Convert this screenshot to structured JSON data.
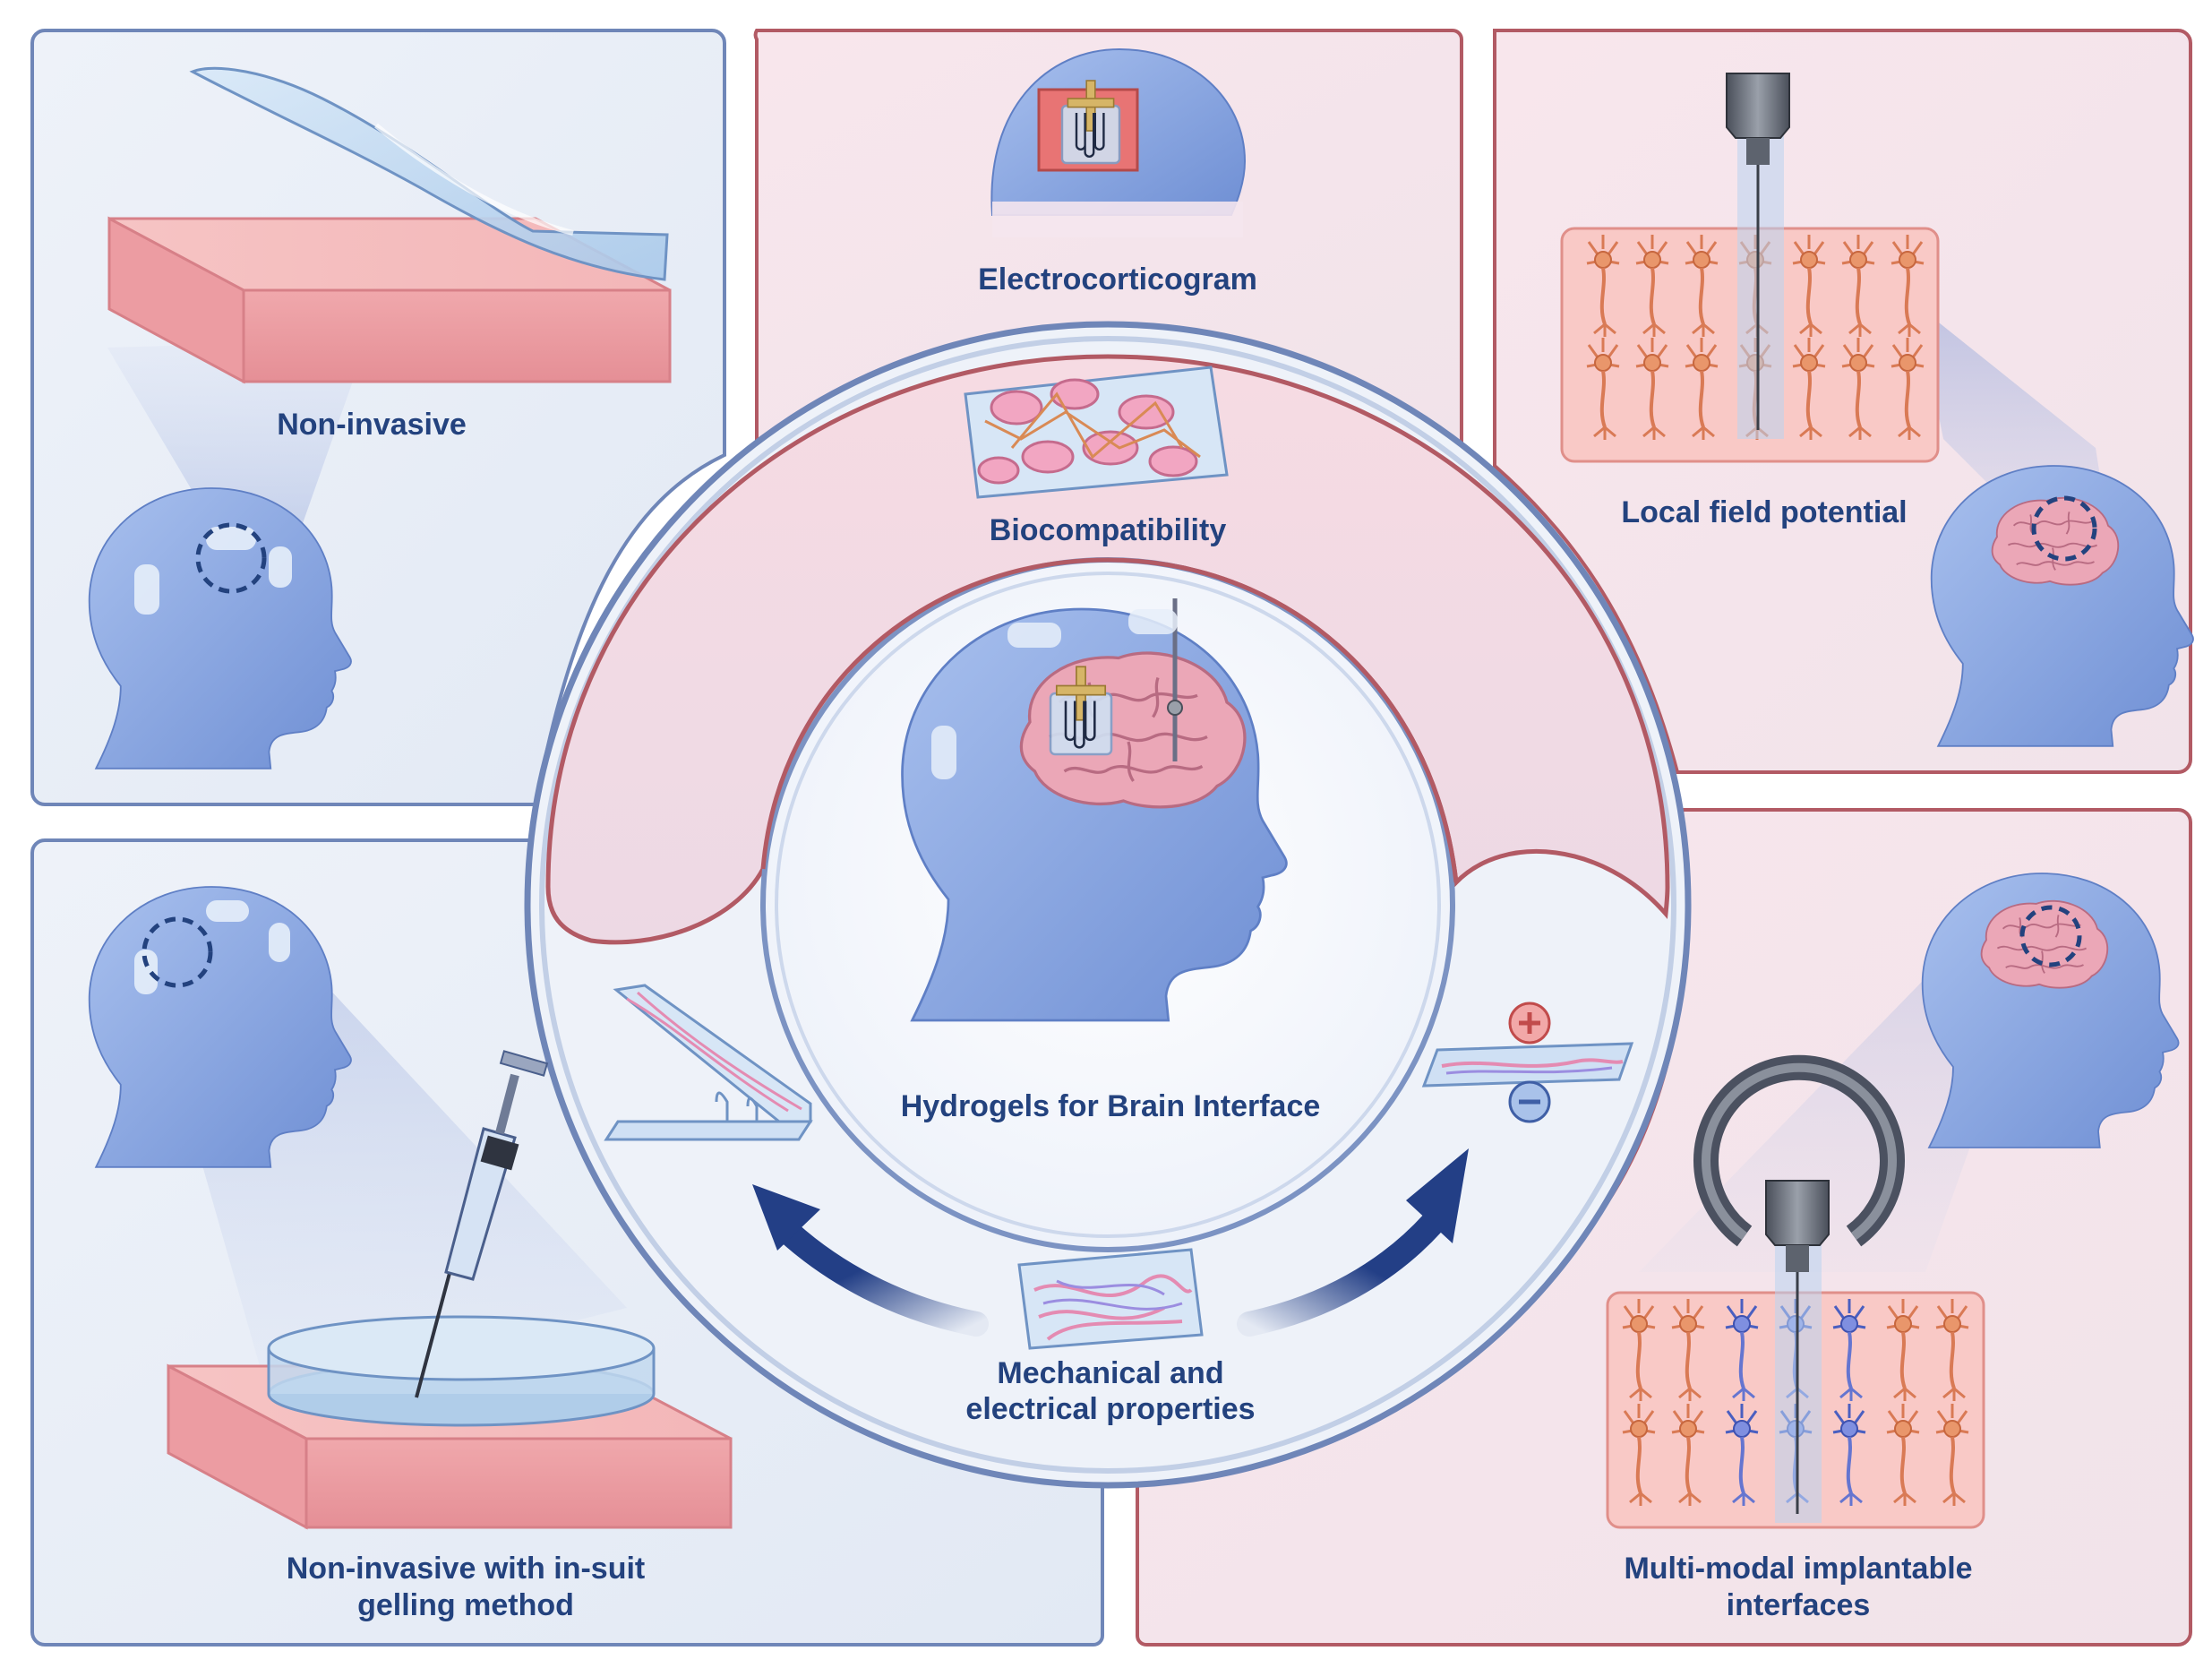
{
  "labels": {
    "non_invasive": "Non-invasive",
    "electrocorticogram": "Electrocorticogram",
    "local_field_potential": "Local field potential",
    "biocompatibility": "Biocompatibility",
    "center_title": "Hydrogels for Brain Interface",
    "mechanical_line1": "Mechanical and",
    "mechanical_line2": "electrical properties",
    "in_situ_line1": "Non-invasive with in-suit",
    "in_situ_line2": "gelling method",
    "multimodal_line1": "Multi-modal implantable",
    "multimodal_line2": "interfaces"
  },
  "colors": {
    "blue_frame": "#6f86b8",
    "red_frame": "#b25a64",
    "label_text": "#23427e",
    "tissue_pink": "#f2aeb0",
    "hydrogel_blue": "#bcd6ef",
    "arrow_navy": "#233f86",
    "head_blue": "#7f9fdc",
    "brain_pink": "#e6a6b4"
  },
  "icons": [
    "skin-tissue-block-icon",
    "hydrogel-film-icon",
    "head-profile-icon",
    "brain-icon",
    "ecog-electrode-icon",
    "neuron-array-icon",
    "needle-probe-icon",
    "cell-matrix-icon",
    "polymer-network-icon",
    "stretched-gel-icon",
    "plus-charge-icon",
    "minus-charge-icon",
    "syringe-icon",
    "gel-disc-icon",
    "ring-magnet-icon",
    "curved-arrow-icon"
  ]
}
